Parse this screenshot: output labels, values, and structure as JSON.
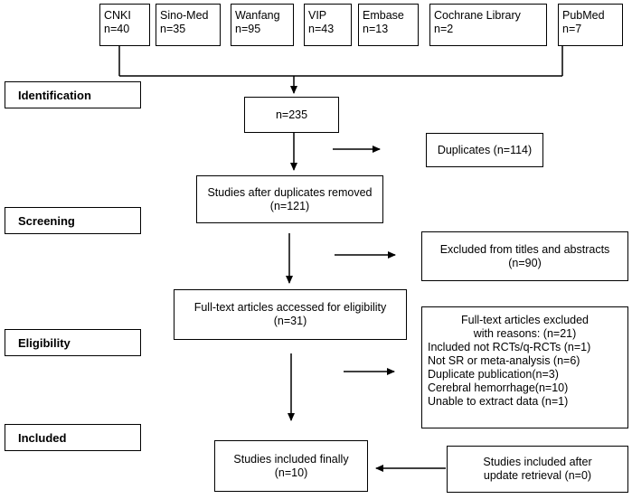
{
  "sources": [
    {
      "name": "CNKI",
      "count": "n=40"
    },
    {
      "name": "Sino-Med",
      "count": "n=35"
    },
    {
      "name": "Wanfang",
      "count": "n=95"
    },
    {
      "name": "VIP",
      "count": "n=43"
    },
    {
      "name": "Embase",
      "count": "n=13"
    },
    {
      "name": "Cochrane Library",
      "count": "n=2"
    },
    {
      "name": "PubMed",
      "count": "n=7"
    }
  ],
  "stages": {
    "identification": "Identification",
    "screening": "Screening",
    "eligibility": "Eligibility",
    "included": "Included"
  },
  "flow": {
    "total": "n=235",
    "duplicates": "Duplicates (n=114)",
    "after_dup_line1": "Studies after duplicates removed",
    "after_dup_line2": "(n=121)",
    "excluded_ta_line1": "Excluded from titles and abstracts",
    "excluded_ta_line2": "(n=90)",
    "fulltext_line1": "Full-text articles accessed for eligibility",
    "fulltext_line2": "(n=31)",
    "excluded_ft_line1": "Full-text articles excluded",
    "excluded_ft_line2": "with reasons: (n=21)",
    "reasons": [
      "Included not RCTs/q-RCTs (n=1)",
      "Not SR or meta-analysis (n=6)",
      "Duplicate publication(n=3)",
      "Cerebral hemorrhage(n=10)",
      "Unable to extract data (n=1)"
    ],
    "included_line1": "Studies included finally",
    "included_line2": "(n=10)",
    "update_line1": "Studies included after",
    "update_line2": "update retrieval (n=0)"
  }
}
